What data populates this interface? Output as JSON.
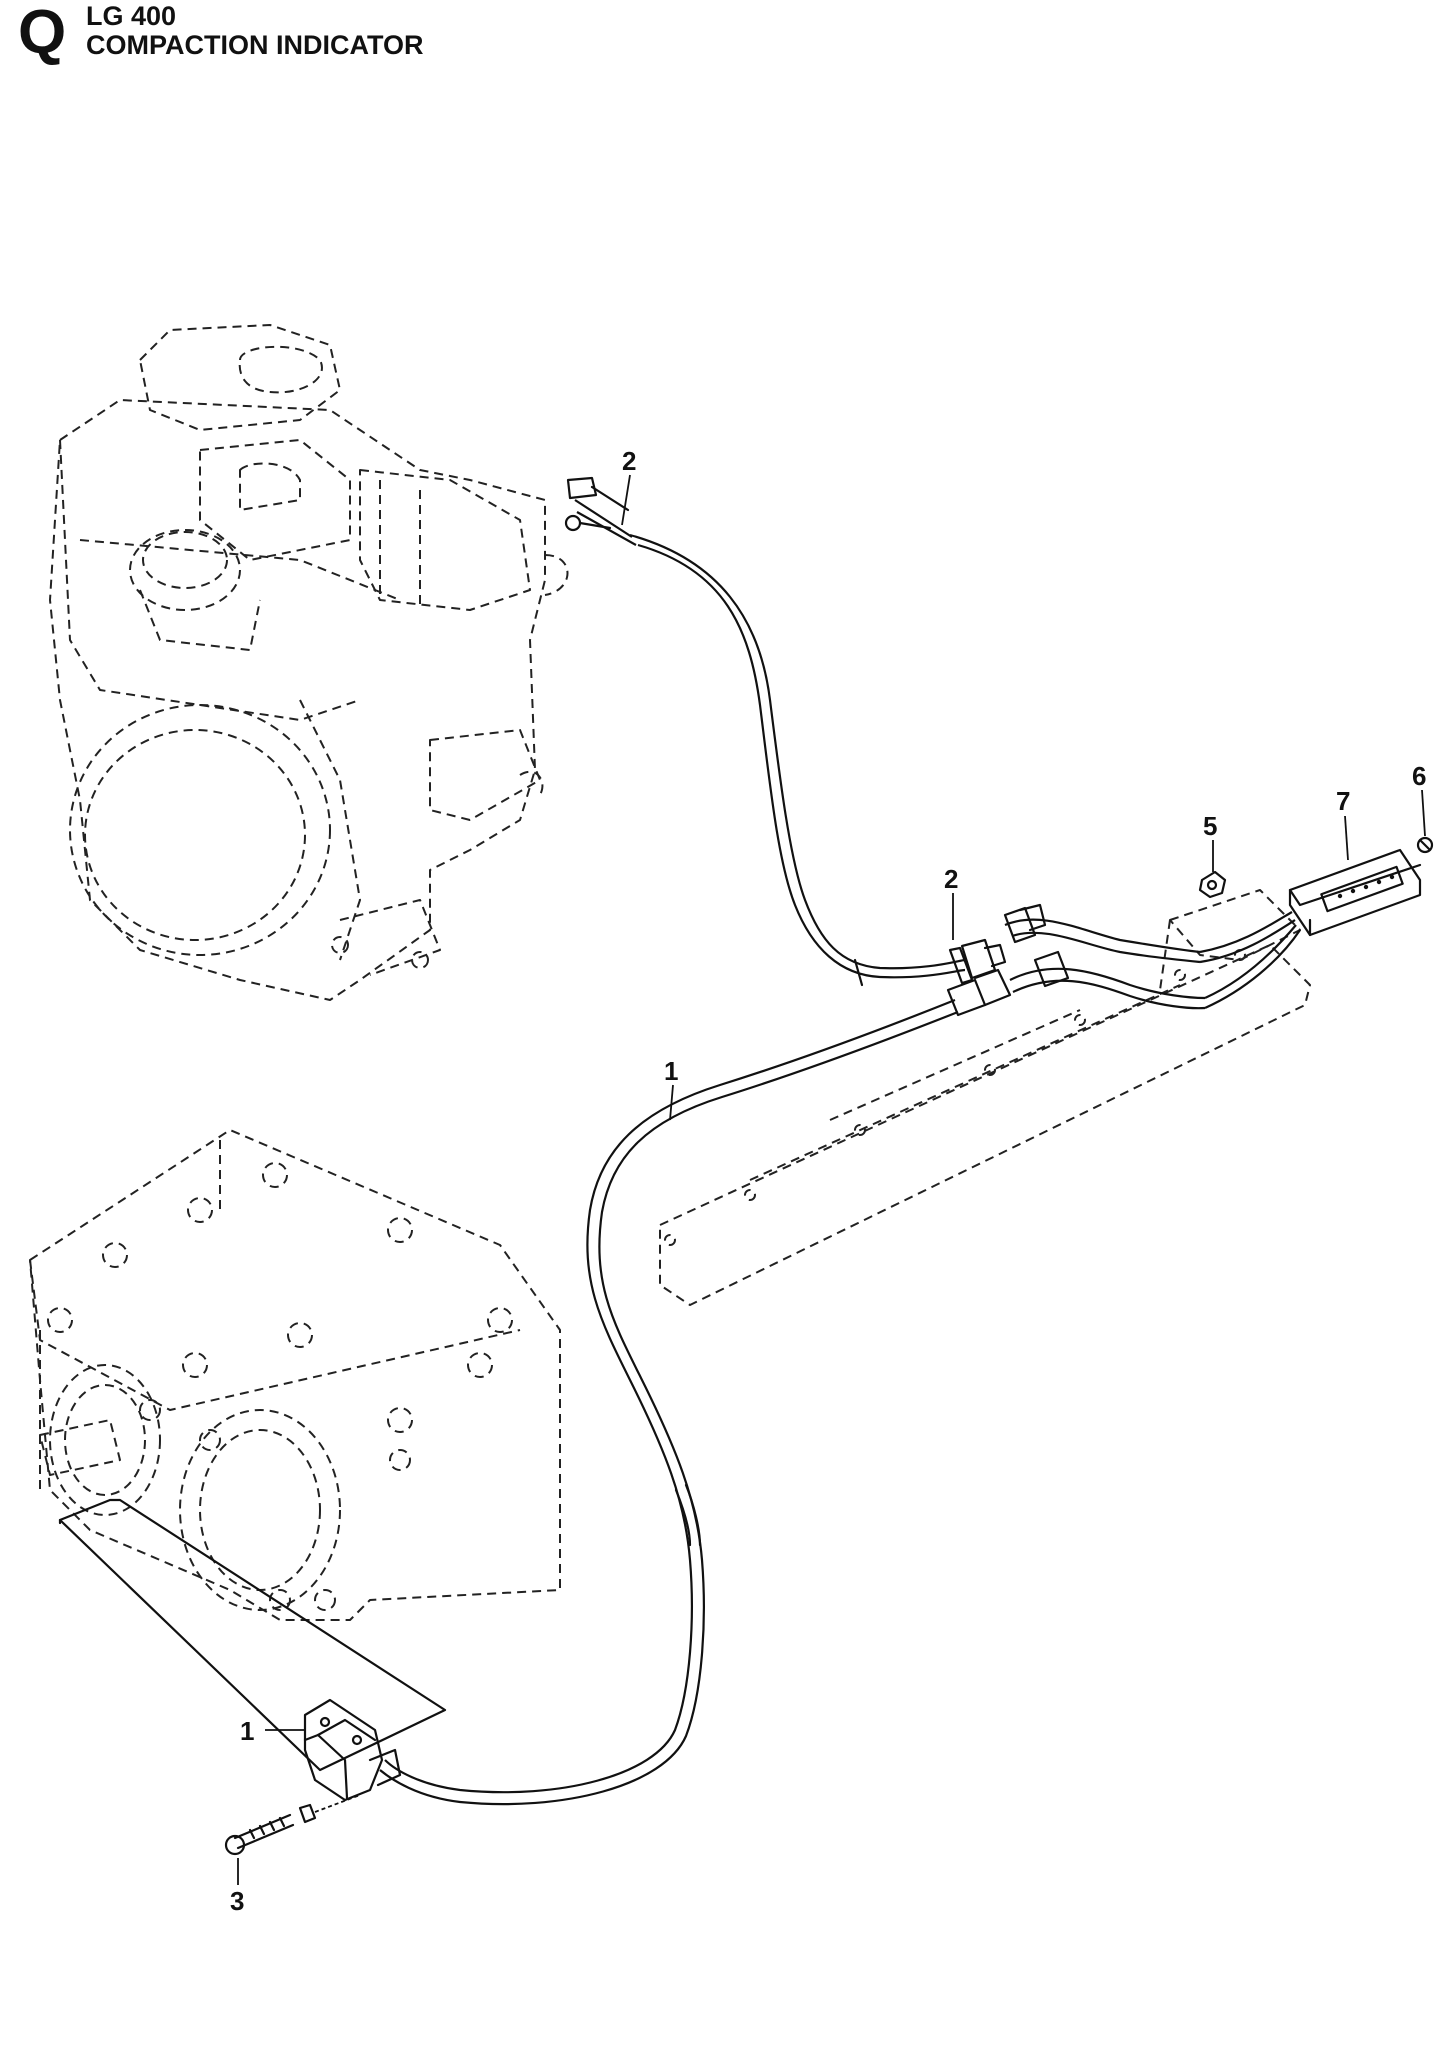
{
  "header": {
    "section_letter": "Q",
    "model": "LG 400",
    "title": "COMPACTION INDICATOR"
  },
  "callouts": {
    "c1_cable": "1",
    "c1_sensor": "1",
    "c2_top": "2",
    "c2_connector": "2",
    "c3": "3",
    "c5": "5",
    "c6": "6",
    "c7": "7"
  }
}
